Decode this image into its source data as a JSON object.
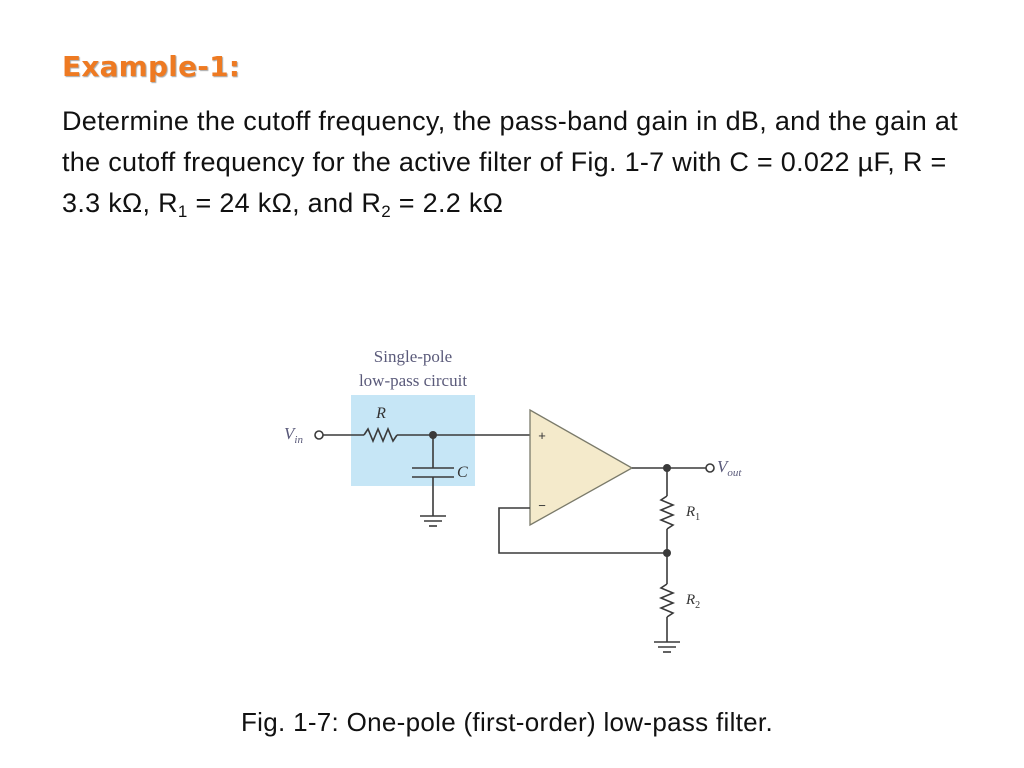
{
  "slide": {
    "heading": "Example-1:",
    "problem": {
      "text_1": "Determine the cutoff frequency, the pass-band gain in dB, and the gain at the cutoff frequency for the active filter of Fig. 1-7 with C = 0.022 µF, R = 3.3 kΩ, R",
      "sub_1": "1",
      "text_2": " = 24 kΩ, and R",
      "sub_2": "2",
      "text_3": " = 2.2 kΩ"
    },
    "figure": {
      "box_label_line1": "Single-pole",
      "box_label_line2": "low-pass circuit",
      "label_r": "R",
      "label_c": "C",
      "label_vin": "V",
      "label_vin_sub": "in",
      "label_vout": "V",
      "label_vout_sub": "out",
      "label_r1": "R",
      "label_r1_sub": "1",
      "label_r2": "R",
      "label_r2_sub": "2",
      "plus_sign": "+",
      "minus_sign": "−"
    },
    "caption": "Fig. 1-7: One-pole (first-order) low-pass filter."
  },
  "colors": {
    "heading": "#ee7a22",
    "highlight_box": "#c6e6f6",
    "opamp_fill": "#f4eacb",
    "component_label": "#5a5a7a",
    "wire": "#3a3a3a"
  }
}
